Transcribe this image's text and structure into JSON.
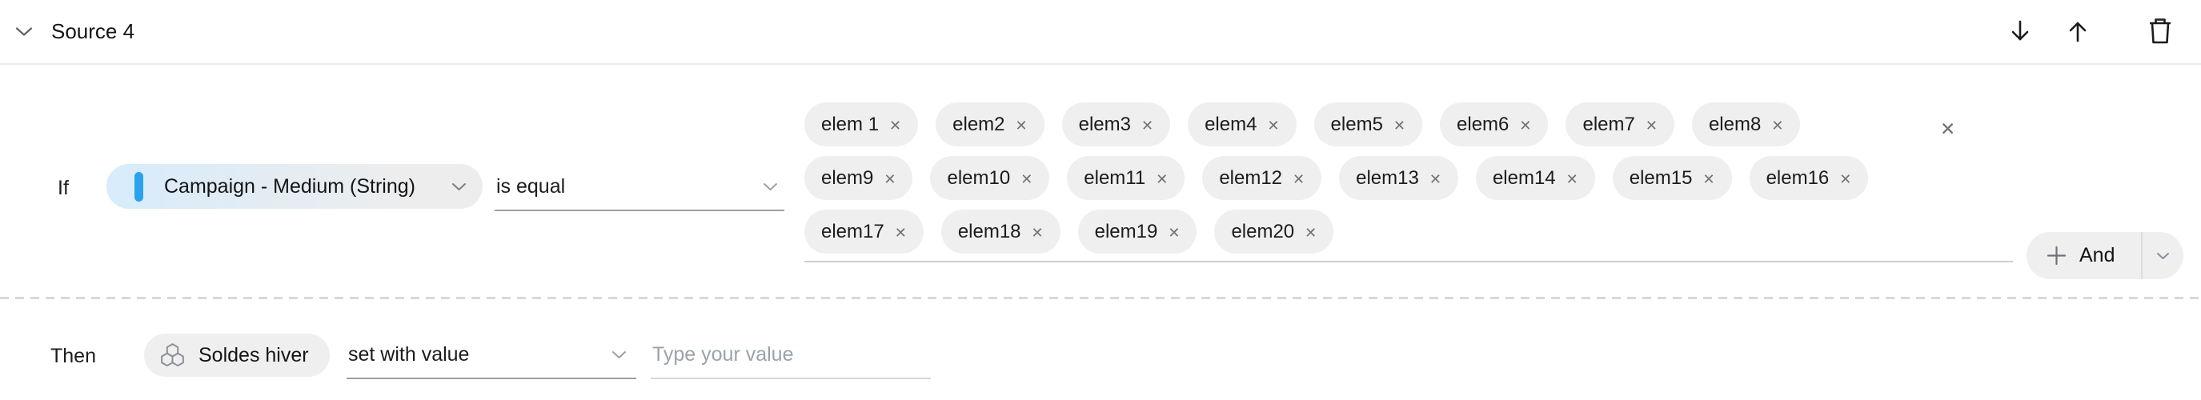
{
  "header": {
    "title": "Source 4"
  },
  "icons": {
    "chip_remove": "✕",
    "clear_values": "✕"
  },
  "condition": {
    "label": "If",
    "field": "Campaign - Medium (String)",
    "operator": "is equal",
    "values": [
      [
        "elem 1",
        "elem2",
        "elem3",
        "elem4",
        "elem5",
        "elem6",
        "elem7",
        "elem8"
      ],
      [
        "elem9",
        "elem10",
        "elem11",
        "elem12",
        "elem13",
        "elem14",
        "elem15",
        "elem16"
      ],
      [
        "elem17",
        "elem18",
        "elem19",
        "elem20"
      ]
    ],
    "and_button": "And"
  },
  "action": {
    "label": "Then",
    "target": "Soldes hiver",
    "operation": "set with value",
    "value_placeholder": "Type your value"
  },
  "colors": {
    "accent_blue": "#2AA2EE",
    "field_tint": "#D7ECFB",
    "chip_bg": "#EFEFEF",
    "text": "#1C1C1E",
    "muted_icon": "#5F6368",
    "placeholder": "#9AA3AB"
  }
}
